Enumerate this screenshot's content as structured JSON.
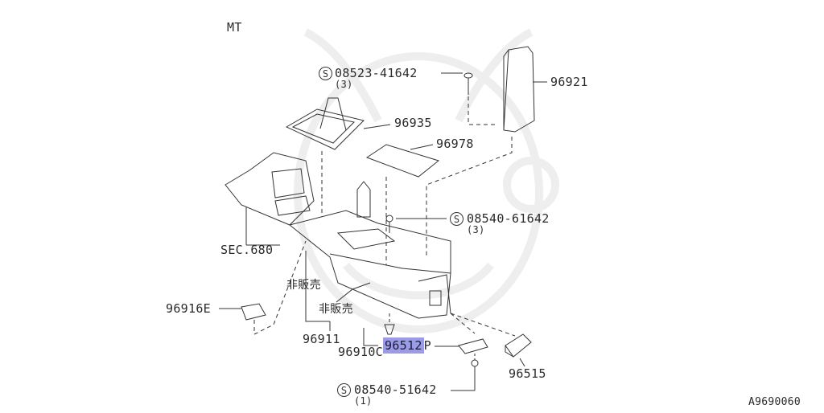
{
  "header": {
    "variant": "MT"
  },
  "parts": {
    "p96921": "96921",
    "p96935": "96935",
    "p96978": "96978",
    "sec680": "SEC.680",
    "hanbai1": "非販売",
    "hanbai2": "非販売",
    "p96916e": "96916E",
    "p96911": "96911",
    "p96910c": "96910C",
    "p96512p_a": "96512",
    "p96512p_b": "P",
    "p96515": "96515",
    "screw1_code": "08523-41642",
    "screw1_qty": "(3)",
    "screw2_code": "08540-61642",
    "screw2_qty": "(3)",
    "screw3_code": "08540-51642",
    "screw3_qty": "(1)",
    "screw_symbol": "S"
  },
  "footer": {
    "diagram_id": "A9690060"
  },
  "highlight_color": "#9c9ce6"
}
